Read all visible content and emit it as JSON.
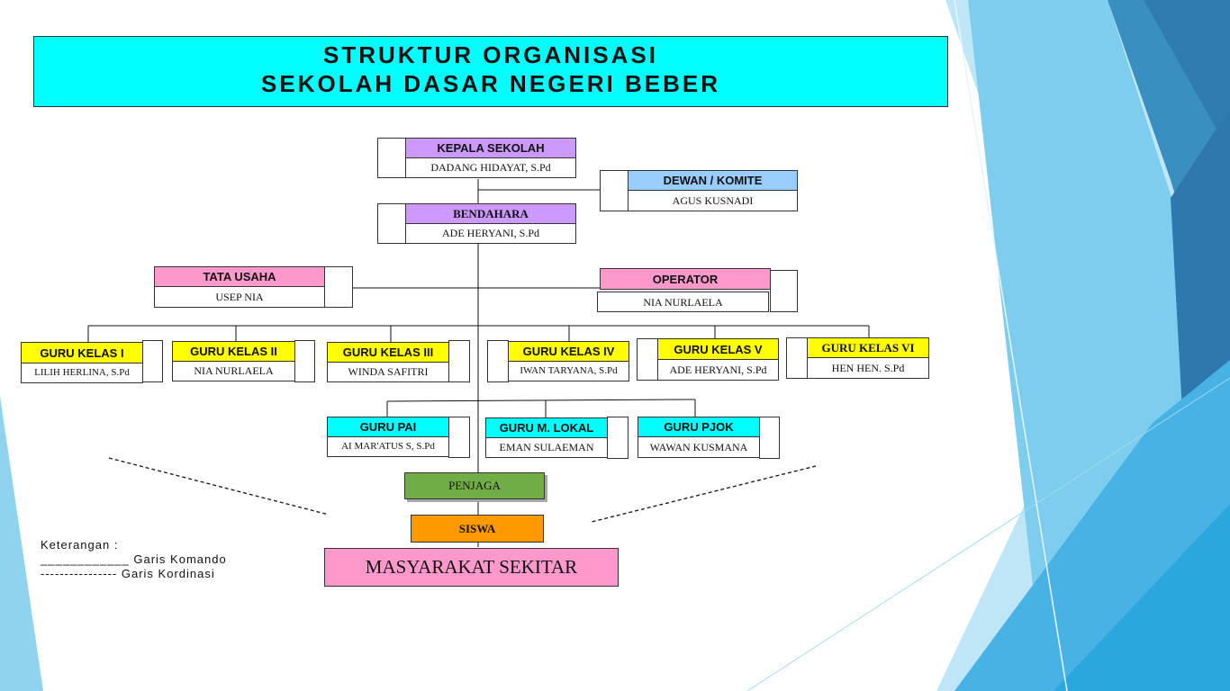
{
  "title": {
    "line1": "STRUKTUR ORGANISASI",
    "line2": "SEKOLAH DASAR NEGERI BEBER"
  },
  "colors": {
    "title_bg": "#00ffff",
    "purple": "#cc99ff",
    "blue": "#99ccff",
    "pink": "#ff99cc",
    "yellow": "#ffff00",
    "cyan": "#00ffff",
    "green": "#70ad47",
    "orange": "#ff9900"
  },
  "nodes": {
    "kepala": {
      "role": "KEPALA SEKOLAH",
      "name": "DADANG HIDAYAT, S.Pd"
    },
    "komite": {
      "role": "DEWAN / KOMITE",
      "name": "AGUS KUSNADI"
    },
    "bendahara": {
      "role": "BENDAHARA",
      "name": "ADE HERYANI, S.Pd"
    },
    "tata_usaha": {
      "role": "TATA USAHA",
      "name": "USEP  NIA"
    },
    "operator": {
      "role": "OPERATOR",
      "name": "NIA NURLAELA"
    },
    "guru_kelas_1": {
      "role": "GURU KELAS I",
      "name": "LILIH HERLINA, S.Pd"
    },
    "guru_kelas_2": {
      "role": "GURU KELAS II",
      "name": "NIA NURLAELA"
    },
    "guru_kelas_3": {
      "role": "GURU KELAS III",
      "name": "WINDA SAFITRI"
    },
    "guru_kelas_4": {
      "role": "GURU KELAS IV",
      "name": "IWAN TARYANA, S.Pd"
    },
    "guru_kelas_5": {
      "role": "GURU KELAS V",
      "name": "ADE HERYANI, S.Pd"
    },
    "guru_kelas_6": {
      "role": "GURU KELAS VI",
      "name": "HEN HEN. S.Pd"
    },
    "guru_pai": {
      "role": "GURU PAI",
      "name": "AI MAR'ATUS S, S.Pd"
    },
    "guru_mlokal": {
      "role": "GURU M. LOKAL",
      "name": "EMAN SULAEMAN"
    },
    "guru_pjok": {
      "role": "GURU PJOK",
      "name": "WAWAN KUSMANA"
    },
    "penjaga": {
      "label": "PENJAGA"
    },
    "siswa": {
      "label": "SISWA"
    },
    "masyarakat": {
      "label": "MASYARAKAT  SEKITAR"
    }
  },
  "legend": {
    "heading": "Keterangan :",
    "komando": "____________ Garis Komando",
    "kordinasi": "---------------- Garis Kordinasi"
  }
}
